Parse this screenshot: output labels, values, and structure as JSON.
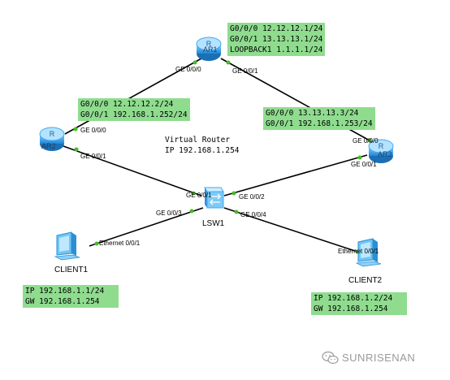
{
  "devices": {
    "ar1": {
      "label": "AR1",
      "type": "router"
    },
    "ar2": {
      "label": "AR2",
      "type": "router"
    },
    "ar3": {
      "label": "AR3",
      "type": "router"
    },
    "lsw1": {
      "label": "LSW1",
      "type": "switch"
    },
    "client1": {
      "label": "CLIENT1",
      "type": "pc"
    },
    "client2": {
      "label": "CLIENT2",
      "type": "pc"
    }
  },
  "notes": {
    "ar1_config": [
      "G0/0/0 12.12.12.1/24",
      "G0/0/1 13.13.13.1/24",
      "LOOPBACK1 1.1.1.1/24"
    ],
    "ar2_config": [
      "G0/0/0 12.12.12.2/24",
      "G0/0/1 192.168.1.252/24"
    ],
    "ar3_config": [
      "G0/0/0 13.13.13.3/24",
      "G0/0/1 192.168.1.253/24"
    ],
    "virtual_router": [
      "Virtual Router",
      "IP 192.168.1.254"
    ],
    "client1_config": [
      "IP 192.168.1.1/24",
      "GW 192.168.1.254"
    ],
    "client2_config": [
      "IP 192.168.1.2/24",
      "GW 192.168.1.254"
    ]
  },
  "ports": {
    "ar1_left": "GE 0/0/0",
    "ar1_right": "GE 0/0/1",
    "ar2_top": "GE 0/0/0",
    "ar2_bottom": "GE 0/0/1",
    "ar3_top": "GE 0/0/0",
    "ar3_bottom": "GE 0/0/1",
    "lsw_1": "GE 0/0/1",
    "lsw_2": "GE 0/0/2",
    "lsw_3": "GE 0/0/3",
    "lsw_4": "GE 0/0/4",
    "client1_eth": "Ethernet 0/0/1",
    "client2_eth": "Ethernet 0/0/1"
  },
  "watermark": {
    "text": "SUNRISENAN",
    "icon": "wechat-icon"
  },
  "colors": {
    "note_bg": "#8fdc8f",
    "link_dot": "#44bb22",
    "router_blue": "#3fa9f5"
  }
}
